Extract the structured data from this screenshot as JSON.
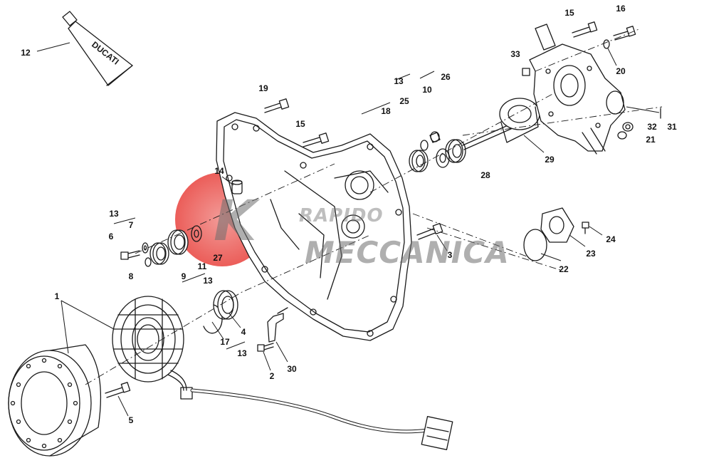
{
  "diagram": {
    "tube_brand": "DUCATI",
    "watermark": {
      "line1": "RAPIDO",
      "line2": "MECCANICA",
      "logo_letter": "K",
      "disc_color": "#e8413c",
      "text_color": "#6e6e6e"
    },
    "labels": {
      "l1": "1",
      "l2": "2",
      "l3": "3",
      "l4": "4",
      "l5": "5",
      "l6": "6",
      "l7": "7",
      "l8": "8",
      "l9": "9",
      "l10": "10",
      "l11": "11",
      "l12": "12",
      "l13a": "13",
      "l13b": "13",
      "l13c": "13",
      "l13d": "13",
      "l14": "14",
      "l15a": "15",
      "l15b": "15",
      "l16": "16",
      "l17": "17",
      "l18": "18",
      "l19": "19",
      "l20": "20",
      "l21": "21",
      "l22": "22",
      "l23": "23",
      "l24": "24",
      "l25": "25",
      "l26": "26",
      "l27": "27",
      "l28": "28",
      "l29": "29",
      "l30": "30",
      "l31": "31",
      "l32": "32",
      "l33": "33"
    }
  }
}
